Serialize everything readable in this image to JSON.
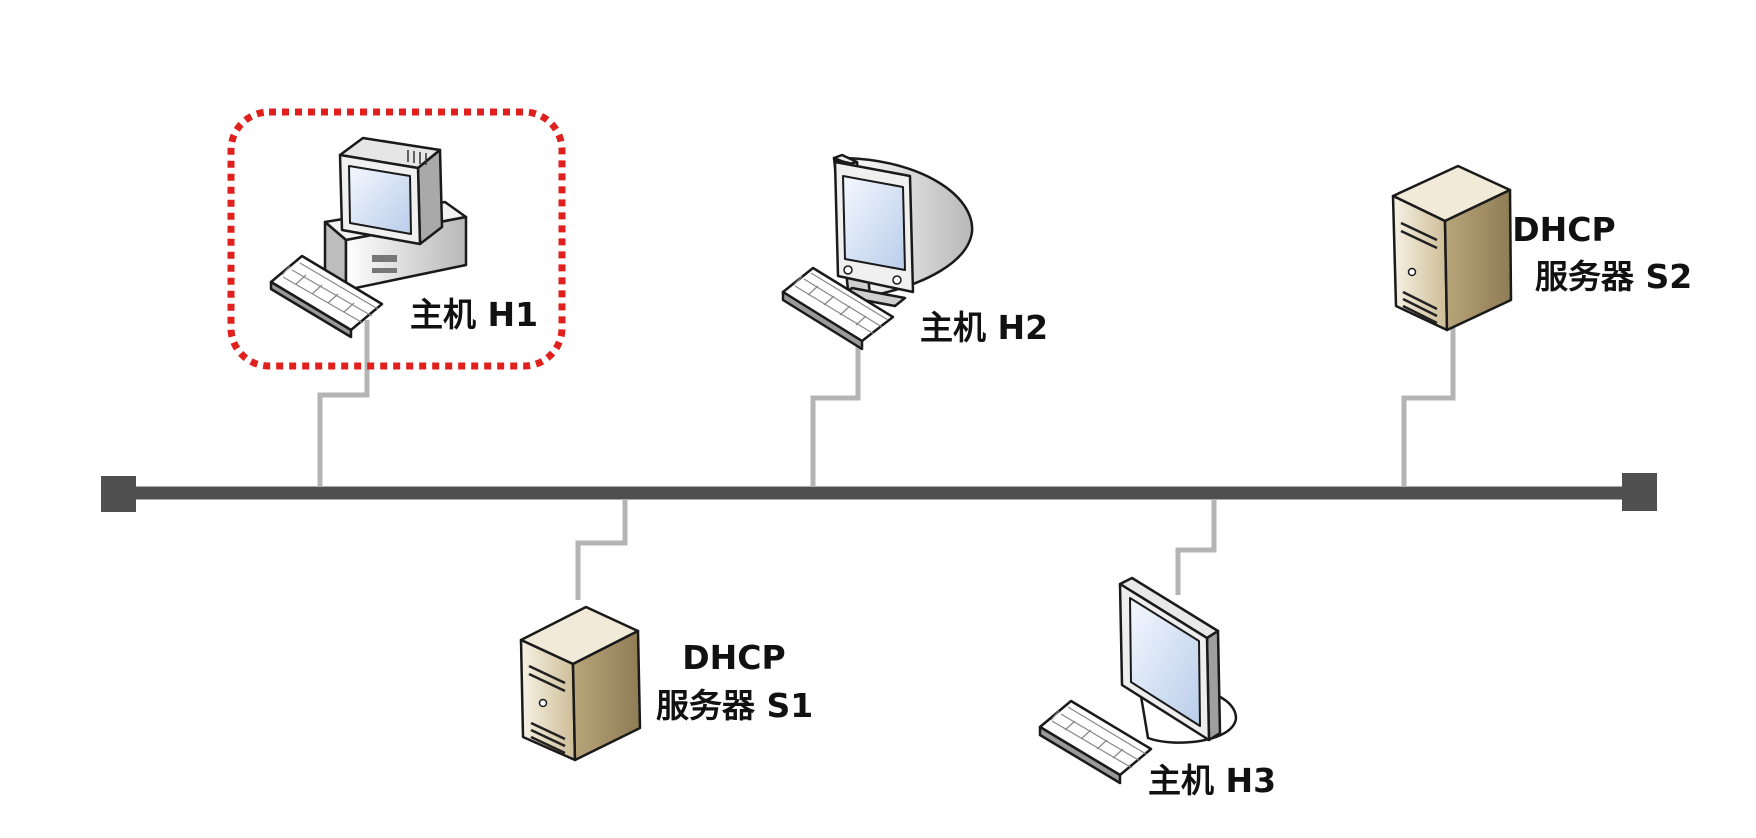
{
  "colors": {
    "background": "#ffffff",
    "bus": "#505050",
    "connector": "#b4b4b4",
    "highlight": "#e0201c",
    "server_body": "#d9ccab",
    "screen": "#dfe9f8"
  },
  "nodes": {
    "h1": {
      "label": "主机 H1",
      "icon": "desktop-pc-icon",
      "highlighted": true
    },
    "h2": {
      "label": "主机 H2",
      "icon": "crt-monitor-icon"
    },
    "h3": {
      "label": "主机 H3",
      "icon": "flat-monitor-icon"
    },
    "s1": {
      "label_line1": "DHCP",
      "label_line2": "服务器 S1",
      "icon": "tower-server-icon"
    },
    "s2": {
      "label_line1": "DHCP",
      "label_line2": "服务器 S2",
      "icon": "tower-server-icon"
    }
  }
}
